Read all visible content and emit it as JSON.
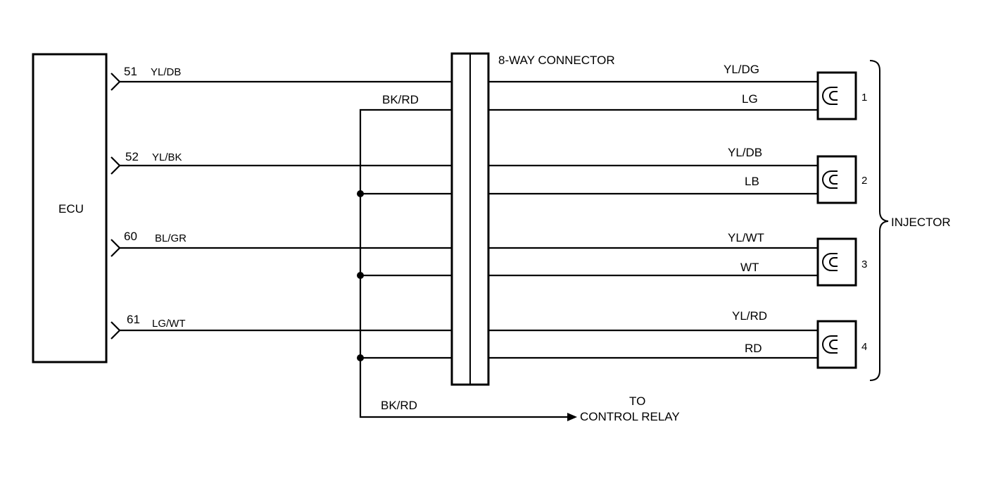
{
  "ecu": {
    "label": "ECU"
  },
  "connector": {
    "label": "8-WAY CONNECTOR"
  },
  "ecu_pins": [
    {
      "pin": "51",
      "wire": "YL/DB"
    },
    {
      "pin": "52",
      "wire": "YL/BK"
    },
    {
      "pin": "60",
      "wire": "BL/GR"
    },
    {
      "pin": "61",
      "wire": "LG/WT"
    }
  ],
  "common_wire": {
    "label_top": "BK/RD",
    "label_bottom": "BK/RD"
  },
  "relay": {
    "line1": "TO",
    "line2": "CONTROL RELAY"
  },
  "injectors": [
    {
      "number": "1",
      "signal_wire": "YL/DG",
      "power_wire": "LG"
    },
    {
      "number": "2",
      "signal_wire": "YL/DB",
      "power_wire": "LB"
    },
    {
      "number": "3",
      "signal_wire": "YL/WT",
      "power_wire": "WT"
    },
    {
      "number": "4",
      "signal_wire": "YL/RD",
      "power_wire": "RD"
    }
  ],
  "injector_group": {
    "label": "INJECTOR"
  }
}
